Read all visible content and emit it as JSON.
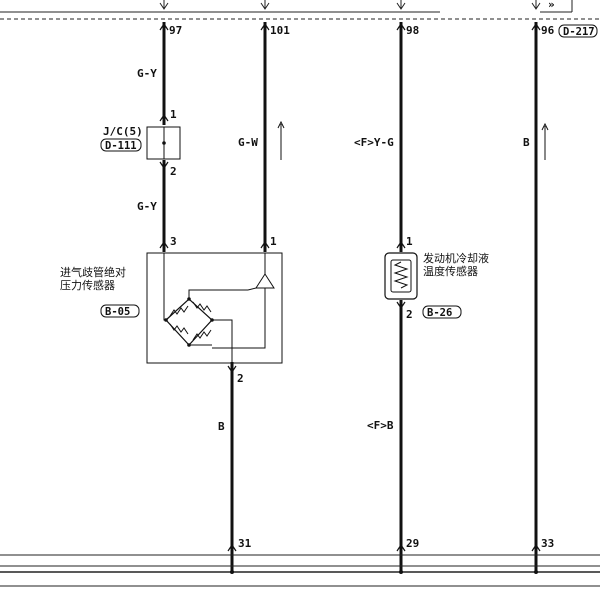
{
  "connectors_top": {
    "w1": "97",
    "w2": "101",
    "w3": "98",
    "w4": "96",
    "w4_ref": "D-217"
  },
  "wires": {
    "w1_color_a": "G-Y",
    "w1_color_b": "G-Y",
    "w2_color": "G-W",
    "w3_color_a": "<F>Y-G",
    "w3_color_b": "<F>B",
    "w4_color": "B",
    "w1b_color": "B"
  },
  "junction": {
    "label": "J/C(5)",
    "ref": "D-111",
    "pin_in": "1",
    "pin_out": "2"
  },
  "map_sensor": {
    "name_line1": "进气歧管绝对",
    "name_line2": "压力传感器",
    "ref": "B-05",
    "pin_3": "3",
    "pin_1": "1",
    "pin_2": "2"
  },
  "coolant_sensor": {
    "name_line1": "发动机冷却液",
    "name_line2": "温度传感器",
    "ref": "B-26",
    "pin_1": "1",
    "pin_2": "2"
  },
  "connectors_bottom": {
    "b1": "31",
    "b2": "29",
    "b3": "33"
  }
}
